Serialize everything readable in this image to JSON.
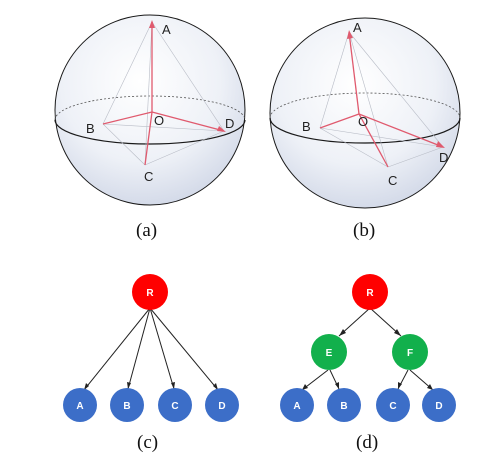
{
  "colors": {
    "vector": "#e05a6e",
    "root_node": "#ff0000",
    "inner_node": "#12b04c",
    "leaf_node": "#3c6ec8",
    "sphere_outline": "#1a1a1a"
  },
  "panel_a": {
    "caption": "(a)",
    "points": {
      "A": "A",
      "B": "B",
      "C": "C",
      "D": "D",
      "O": "O"
    }
  },
  "panel_b": {
    "caption": "(b)",
    "points": {
      "A": "A",
      "B": "B",
      "C": "C",
      "D": "D",
      "O": "O"
    }
  },
  "panel_c": {
    "caption": "(c)",
    "root": "R",
    "leaves": [
      "A",
      "B",
      "C",
      "D"
    ]
  },
  "panel_d": {
    "caption": "(d)",
    "root": "R",
    "inner": [
      "E",
      "F"
    ],
    "leaves": [
      "A",
      "B",
      "C",
      "D"
    ]
  }
}
